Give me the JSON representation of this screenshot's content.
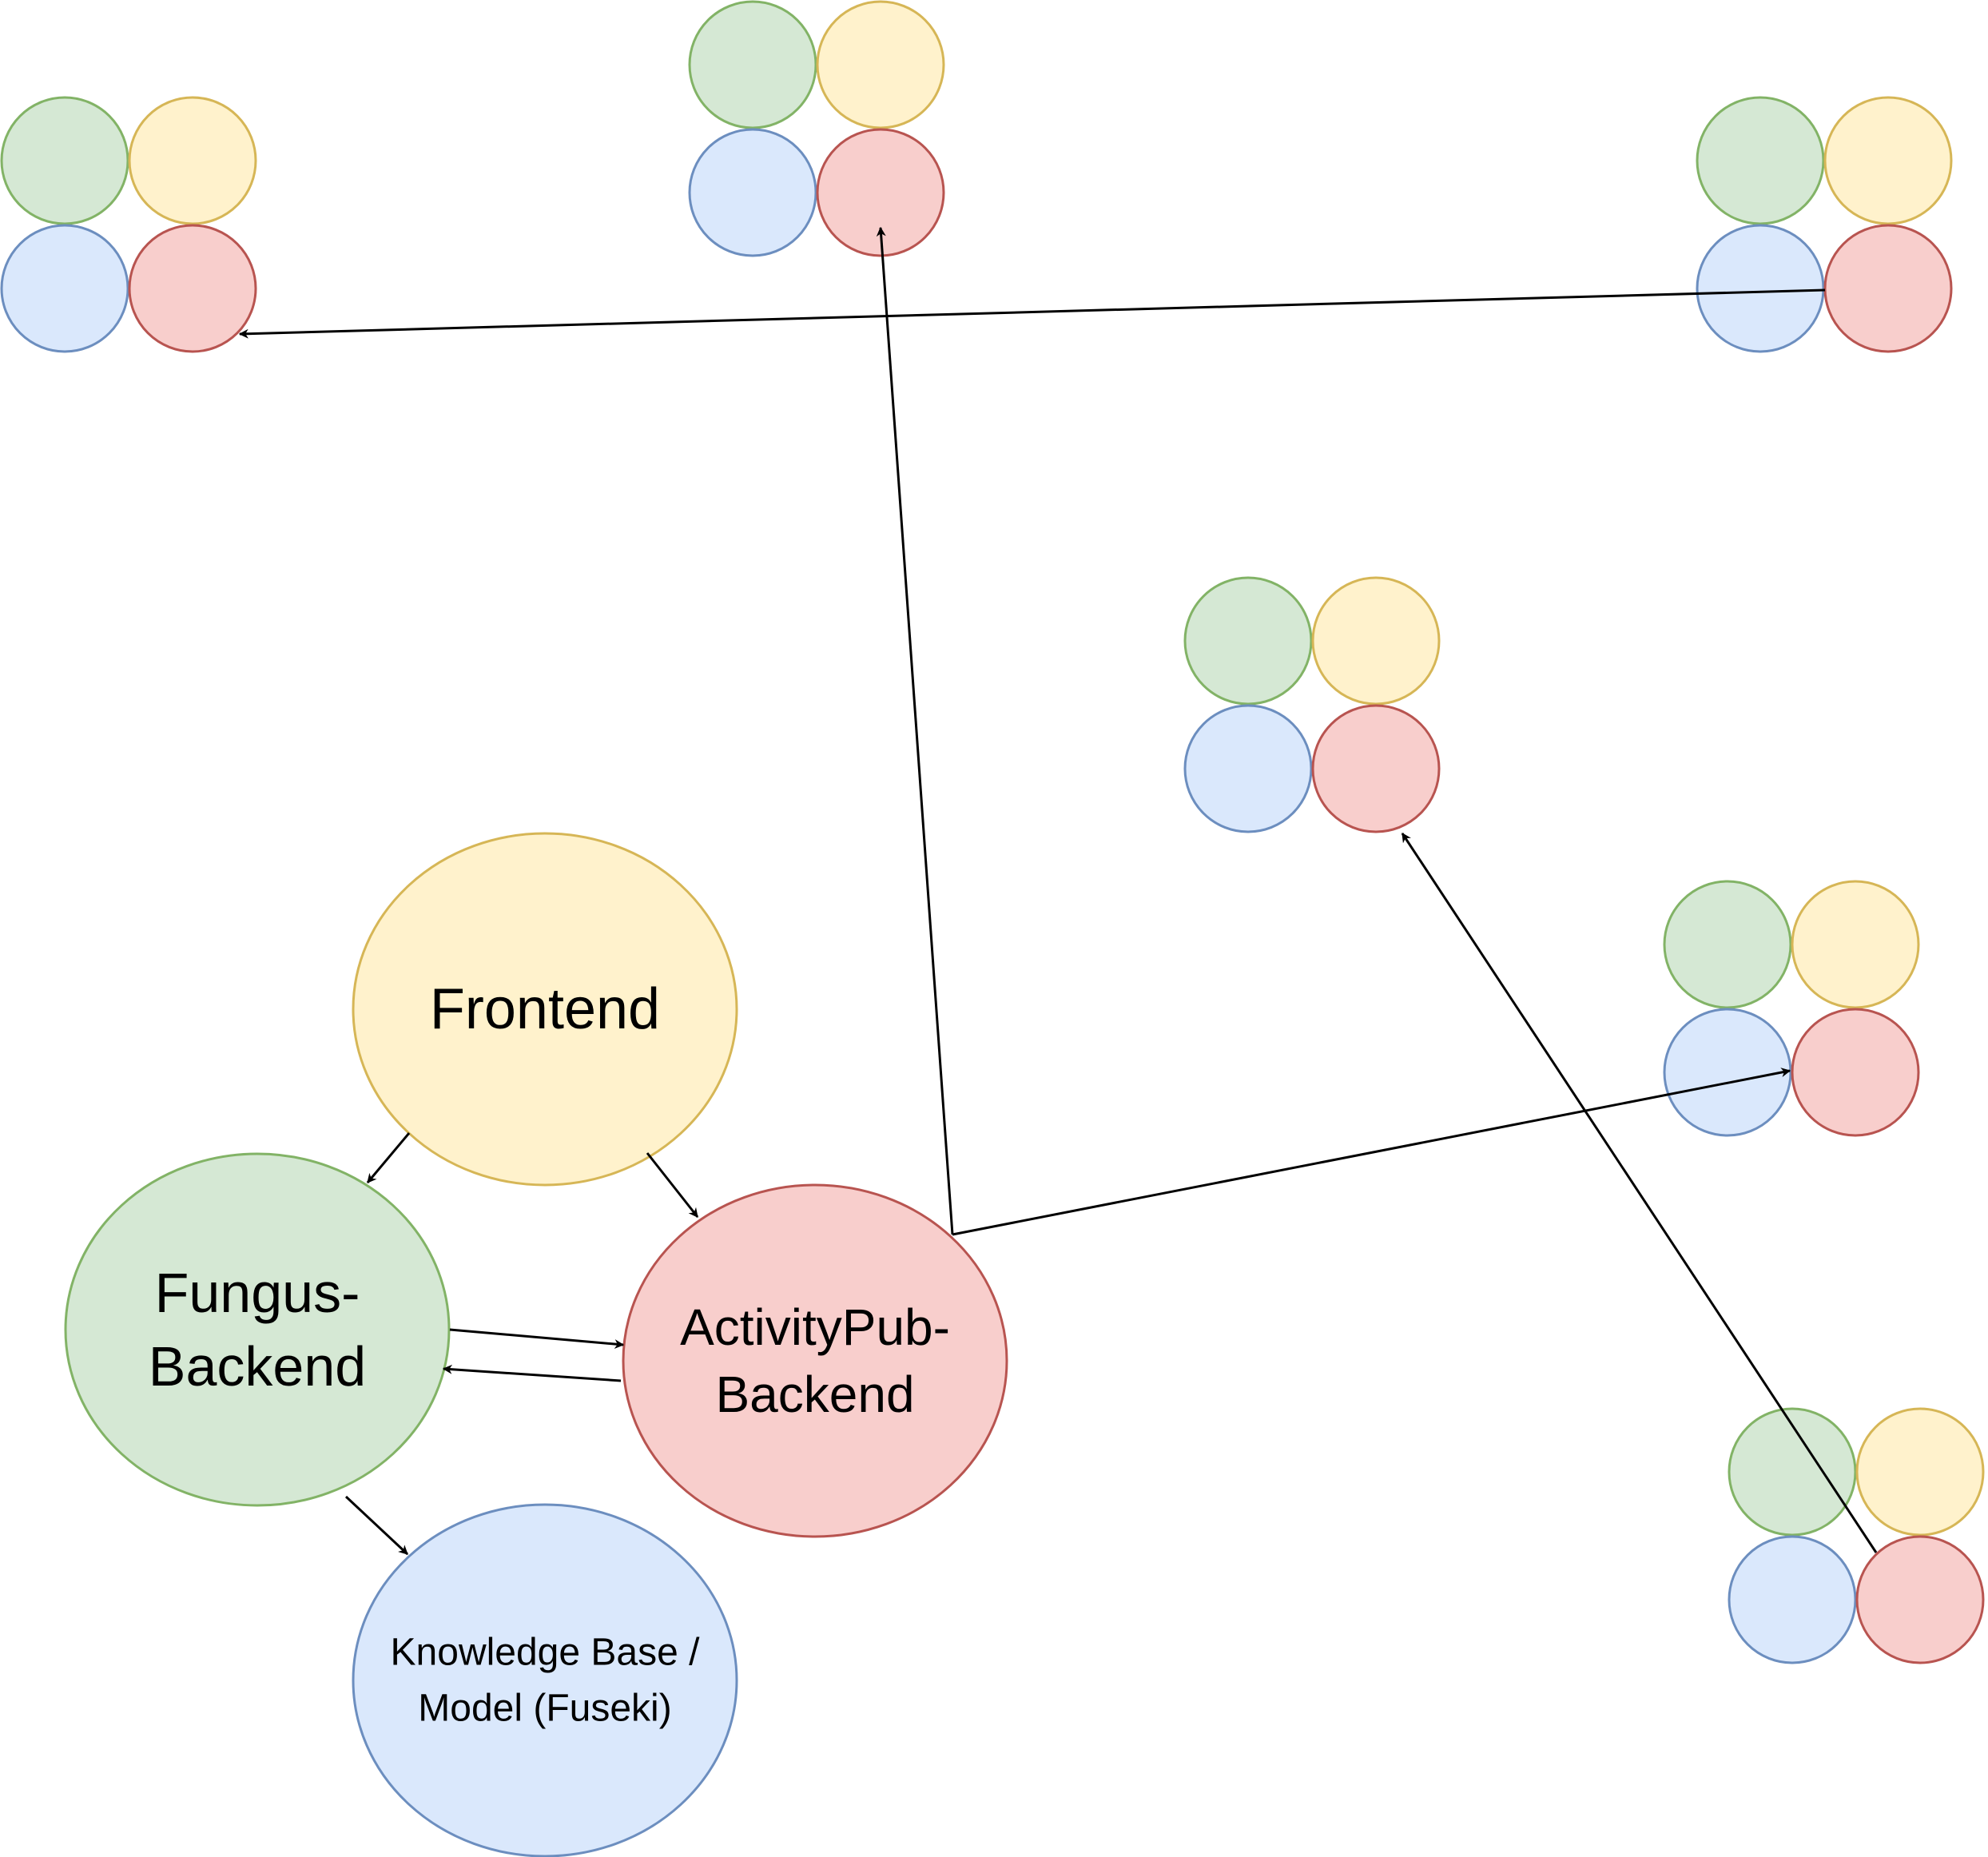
{
  "colors": {
    "green_fill": "#d5e8d4",
    "green_stroke": "#82b366",
    "yellow_fill": "#fff2cc",
    "yellow_stroke": "#d6b656",
    "blue_fill": "#dae8fc",
    "blue_stroke": "#6c8ebf",
    "red_fill": "#f8cecc",
    "red_stroke": "#b85450",
    "edge": "#000000"
  },
  "nodes": {
    "frontend": {
      "lines": [
        "Frontend"
      ],
      "color": "yellow"
    },
    "fungus_backend": {
      "lines": [
        "Fungus-",
        "Backend"
      ],
      "color": "green"
    },
    "activitypub_backend": {
      "lines": [
        "ActivityPub-",
        "Backend"
      ],
      "color": "red"
    },
    "knowledge_base": {
      "lines": [
        "Knowledge Base /",
        "Model (Fuseki)"
      ],
      "color": "blue"
    }
  },
  "instance_clusters": [
    {
      "id": "instance-1",
      "quadrants": [
        "green",
        "yellow",
        "blue",
        "red"
      ]
    },
    {
      "id": "instance-2",
      "quadrants": [
        "green",
        "yellow",
        "blue",
        "red"
      ]
    },
    {
      "id": "instance-3",
      "quadrants": [
        "green",
        "yellow",
        "blue",
        "red"
      ]
    },
    {
      "id": "instance-4",
      "quadrants": [
        "green",
        "yellow",
        "blue",
        "red"
      ]
    },
    {
      "id": "instance-5",
      "quadrants": [
        "green",
        "yellow",
        "blue",
        "red"
      ]
    },
    {
      "id": "instance-6",
      "quadrants": [
        "green",
        "yellow",
        "blue",
        "red"
      ]
    }
  ],
  "edges": [
    {
      "from": "frontend",
      "to": "fungus_backend"
    },
    {
      "from": "frontend",
      "to": "activitypub_backend"
    },
    {
      "from": "fungus_backend",
      "to": "activitypub_backend"
    },
    {
      "from": "activitypub_backend",
      "to": "fungus_backend"
    },
    {
      "from": "fungus_backend",
      "to": "knowledge_base"
    },
    {
      "from": "activitypub_backend",
      "to": "instance-2"
    },
    {
      "from": "activitypub_backend",
      "to": "instance-5"
    },
    {
      "from": "instance-3",
      "to": "instance-1"
    },
    {
      "from": "instance-6",
      "to": "instance-4"
    }
  ]
}
